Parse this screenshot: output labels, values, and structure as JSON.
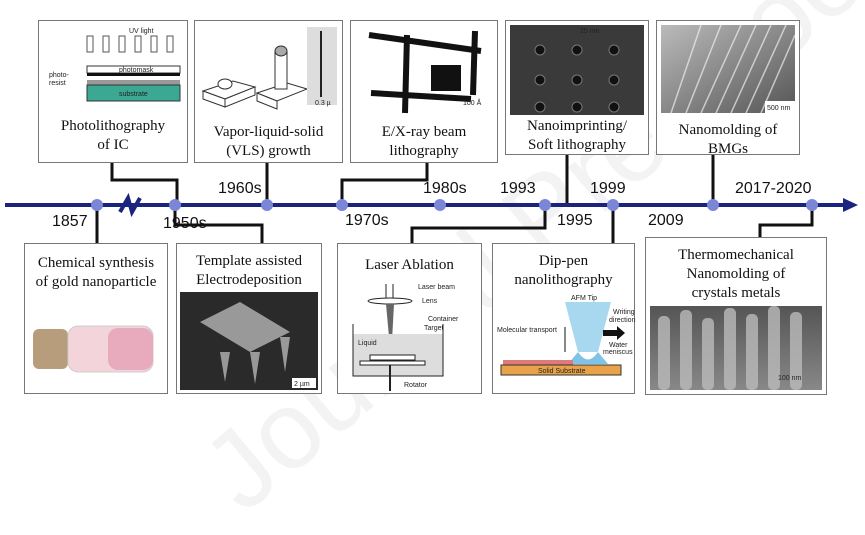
{
  "timeline": {
    "years": [
      "1857",
      "1950s",
      "1960s",
      "1970s",
      "1980s",
      "1993",
      "1995",
      "1999",
      "2009",
      "2017-2020"
    ],
    "line_color": "#1a237e",
    "dot_color": "#7b86d6"
  },
  "top": [
    {
      "caption1": "Photolithography",
      "caption2": "of IC",
      "labels": {
        "uv": "UV light",
        "mask": "photomask",
        "resist1": "photo-",
        "resist2": "resist",
        "substrate": "substrate"
      }
    },
    {
      "caption1": "Vapor-liquid-solid",
      "caption2": "(VLS) growth",
      "labels": {
        "scale": "0.3 µ"
      }
    },
    {
      "caption1": "E/X-ray beam",
      "caption2": "lithography",
      "labels": {
        "scale": "100 Å"
      }
    },
    {
      "caption1": "Nanoimprinting/",
      "caption2": "Soft lithography",
      "labels": {
        "scale": "25 nm"
      }
    },
    {
      "caption1": "Nanomolding of",
      "caption2": "BMGs",
      "labels": {
        "scale": "500 nm"
      }
    }
  ],
  "bottom": [
    {
      "caption1": "Chemical synthesis",
      "caption2": "of gold nanoparticle"
    },
    {
      "caption1": "Template assisted",
      "caption2": "Electrodeposition",
      "labels": {
        "scale": "2 µm"
      }
    },
    {
      "caption1": "Laser Ablation",
      "labels": {
        "beam": "Laser beam",
        "lens": "Lens",
        "container": "Container",
        "target": "Target",
        "liquid": "Liquid",
        "rotator": "Rotator"
      }
    },
    {
      "caption1": "Dip-pen",
      "caption2": "nanolithography",
      "labels": {
        "tip": "AFM Tip",
        "writing1": "Writing",
        "writing2": "direction",
        "transport": "Molecular transport",
        "water1": "Water",
        "water2": "meniscus",
        "substrate": "Solid Substrate"
      }
    },
    {
      "caption1": "Thermomechanical",
      "caption2": "Nanomolding of",
      "caption3": "crystals metals",
      "labels": {
        "scale": "100 nm"
      }
    }
  ]
}
